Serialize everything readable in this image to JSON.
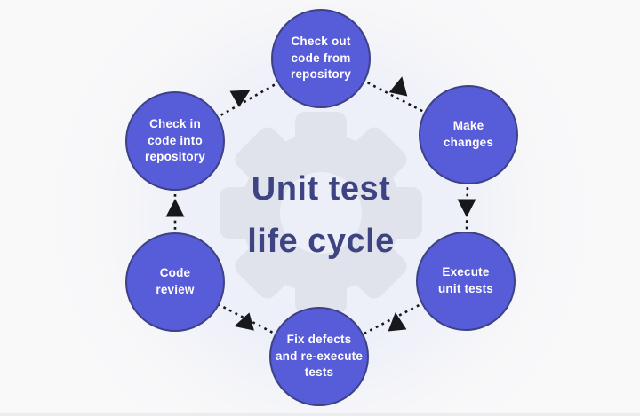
{
  "diagram": {
    "title": "Unit test\nlife cycle",
    "nodes": [
      {
        "id": "check-out",
        "label": "Check out\ncode from\nrepository"
      },
      {
        "id": "make-changes",
        "label": "Make\nchanges"
      },
      {
        "id": "execute-unit-tests",
        "label": "Execute\nunit tests"
      },
      {
        "id": "fix-defects",
        "label": "Fix defects\nand re-execute\ntests"
      },
      {
        "id": "code-review",
        "label": "Code\nreview"
      },
      {
        "id": "check-in",
        "label": "Check in\ncode into\nrepository"
      }
    ],
    "connections": [
      {
        "from": "Check out code from repository",
        "to": "Make changes"
      },
      {
        "from": "Make changes",
        "to": "Execute unit tests"
      },
      {
        "from": "Execute unit tests",
        "to": "Fix defects and re-execute tests"
      },
      {
        "from": "Fix defects and re-execute tests",
        "to": "Code review"
      },
      {
        "from": "Code review",
        "to": "Check in code into repository"
      },
      {
        "from": "Check in code into repository",
        "to": "Check out code from repository"
      }
    ],
    "arrow_style": "dashed",
    "icons": {
      "center_background": "gear-icon"
    },
    "colors": {
      "node_fill": "#575CD8",
      "node_border": "#3D4287",
      "node_text": "#FFFFFF",
      "title_text": "#3E4383",
      "arrow": "#17171C",
      "gear": "#E0E2EC",
      "gear_hole": "#ECEEF8",
      "background": "#F8F8FA",
      "center_tint": "#EDEFFA"
    }
  }
}
